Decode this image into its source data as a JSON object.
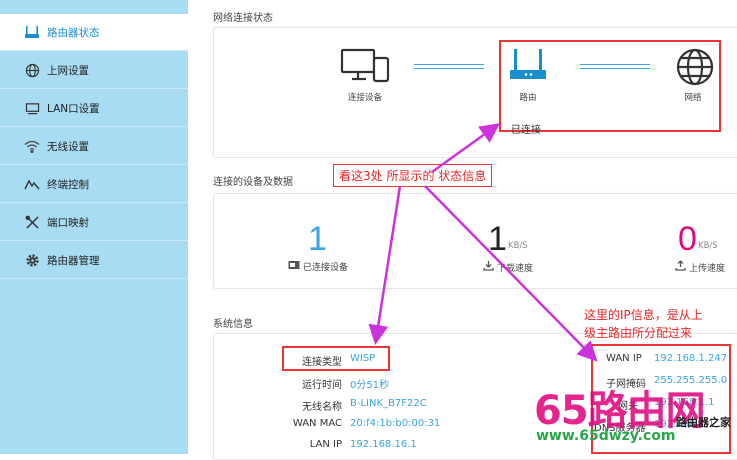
{
  "sidebar": {
    "items": [
      {
        "label": "路由器状态",
        "icon": "router-icon",
        "active": true
      },
      {
        "label": "上网设置",
        "icon": "globe-icon"
      },
      {
        "label": "LAN口设置",
        "icon": "monitor-icon"
      },
      {
        "label": "无线设置",
        "icon": "wifi-icon"
      },
      {
        "label": "终端控制",
        "icon": "activity-icon"
      },
      {
        "label": "端口映射",
        "icon": "tools-icon"
      },
      {
        "label": "路由器管理",
        "icon": "gear-icon"
      }
    ]
  },
  "network_status": {
    "title": "网络连接状态",
    "device_label": "连接设备",
    "router_label": "路由",
    "internet_label": "网络",
    "status_text": "已连接"
  },
  "connected": {
    "title": "连接的设备及数据",
    "devices_count": "1",
    "devices_label": "已连接设备",
    "download_value": "1",
    "download_unit": "KB/S",
    "download_label": "下载速度",
    "upload_value": "0",
    "upload_unit": "KB/S",
    "upload_label": "上传速度"
  },
  "system_info": {
    "title": "系统信息",
    "rows": [
      {
        "label": "连接类型",
        "value": "WISP"
      },
      {
        "label": "运行时间",
        "value": "0分51秒"
      },
      {
        "label": "无线名称",
        "value": "B-LINK_B7F22C"
      },
      {
        "label": "WAN MAC",
        "value": "20:f4:1b:b0:00:31"
      },
      {
        "label": "LAN IP",
        "value": "192.168.16.1"
      }
    ],
    "right_rows": [
      {
        "label": "WAN IP",
        "value": "192.168.1.247"
      },
      {
        "label": "子网掩码",
        "value": "255.255.255.0"
      },
      {
        "label": "网关",
        "value": "192.168.1.1"
      },
      {
        "label": "DNS服务器",
        "value": "192.168.1.1"
      }
    ]
  },
  "annotations": {
    "center_note": "看这3处 所显示的 状态信息",
    "ip_note_line1": "这里的IP信息，是从上",
    "ip_note_line2": "级主路由所分配过来"
  },
  "watermark": {
    "brand": "65路由网",
    "url": "www.65dwzy.com",
    "sub": "路由器之家"
  },
  "colors": {
    "sidebar_bg": "#a7dcf2",
    "accent_blue": "#3aa3e3",
    "magenta": "#e0097c",
    "annotation_red": "#e33333",
    "arrow_magenta": "#cc33dd"
  }
}
